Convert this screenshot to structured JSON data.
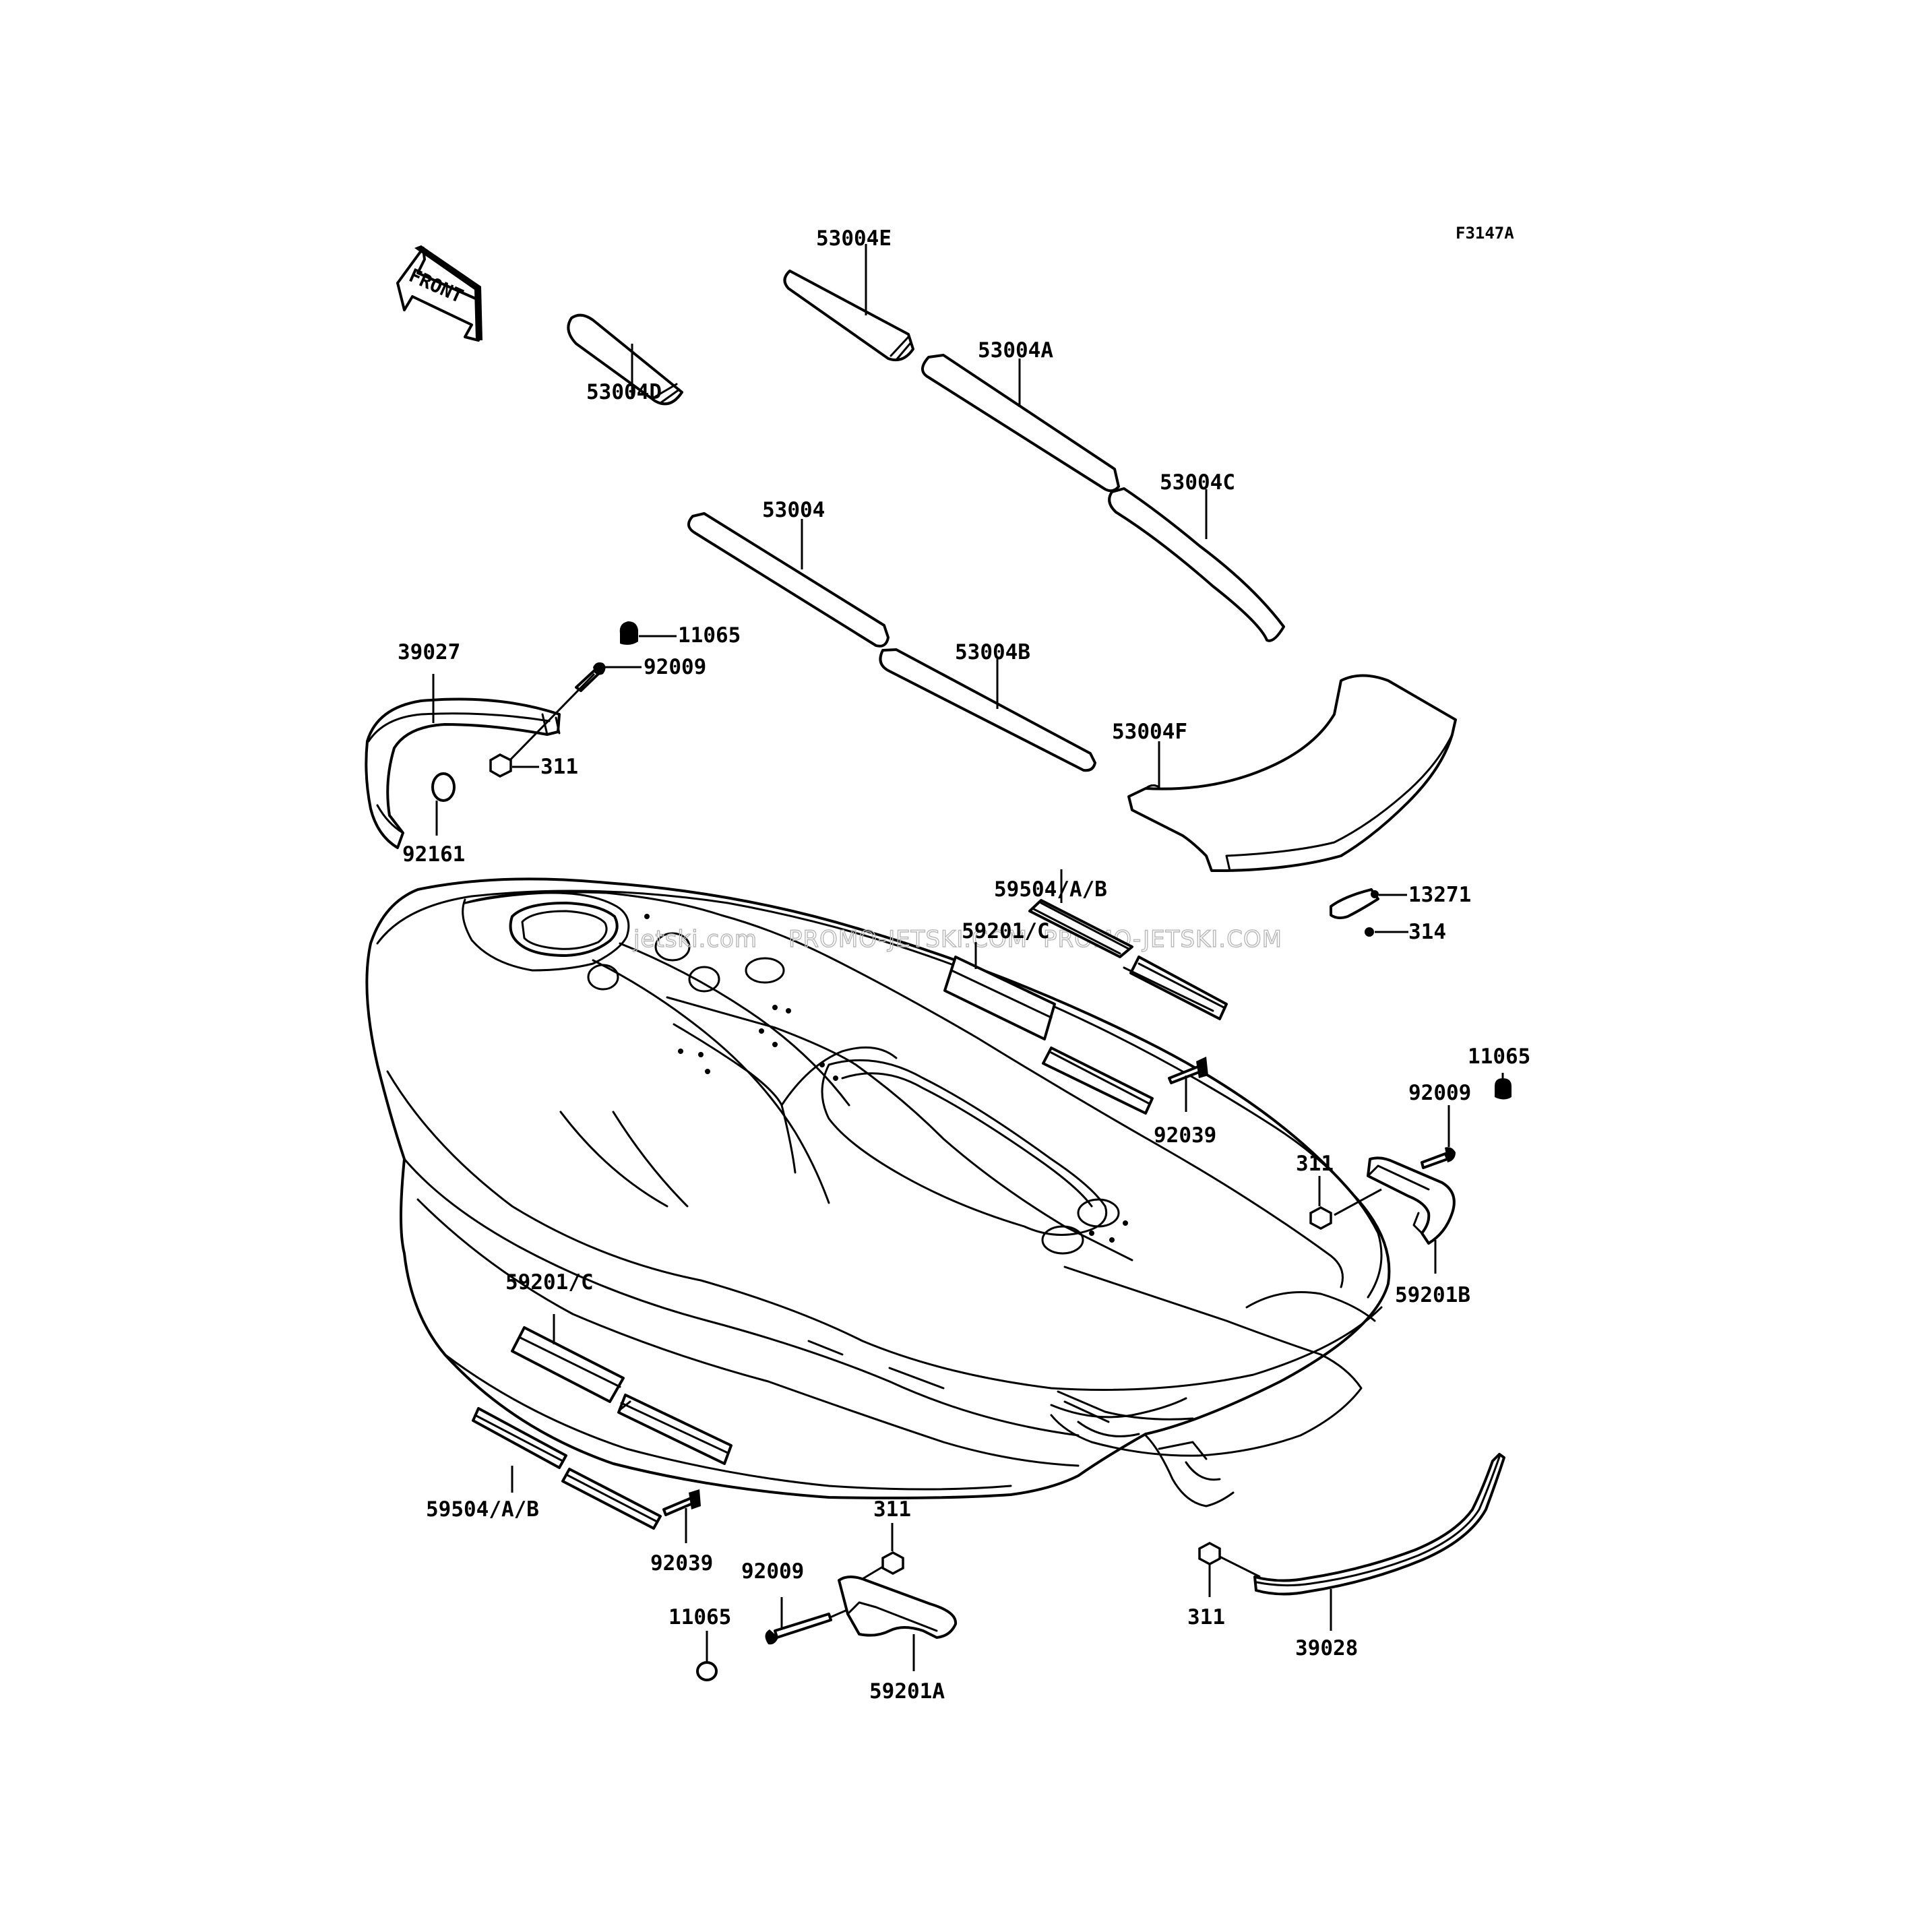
{
  "figure_code": "F3147A",
  "front_arrow_label": "FRONT",
  "watermark_texts": [
    "jetski.com",
    "PROMO-JETSKI.COM",
    "PROMO-JETSKI.COM"
  ],
  "callouts": {
    "c_53004E": "53004E",
    "c_53004A": "53004A",
    "c_53004D": "53004D",
    "c_53004C": "53004C",
    "c_53004": "53004",
    "c_11065_top": "11065",
    "c_39027": "39027",
    "c_92009_top": "92009",
    "c_53004B": "53004B",
    "c_53004F": "53004F",
    "c_311_top": "311",
    "c_92161": "92161",
    "c_59504_right": "59504/A/B",
    "c_13271": "13271",
    "c_59201C_right": "59201/C",
    "c_314": "314",
    "c_11065_right": "11065",
    "c_92009_right": "92009",
    "c_92039_right": "92039",
    "c_311_right": "311",
    "c_59201B": "59201B",
    "c_59201C_left": "59201/C",
    "c_59504_left": "59504/A/B",
    "c_92039_left": "92039",
    "c_311_bottom": "311",
    "c_92009_bottom": "92009",
    "c_11065_bottom": "11065",
    "c_59201A": "59201A",
    "c_311_bottom_right": "311",
    "c_39028": "39028"
  },
  "icons": {
    "front_arrow": "front-direction-arrow",
    "hull": "jetski-hull-drawing"
  }
}
